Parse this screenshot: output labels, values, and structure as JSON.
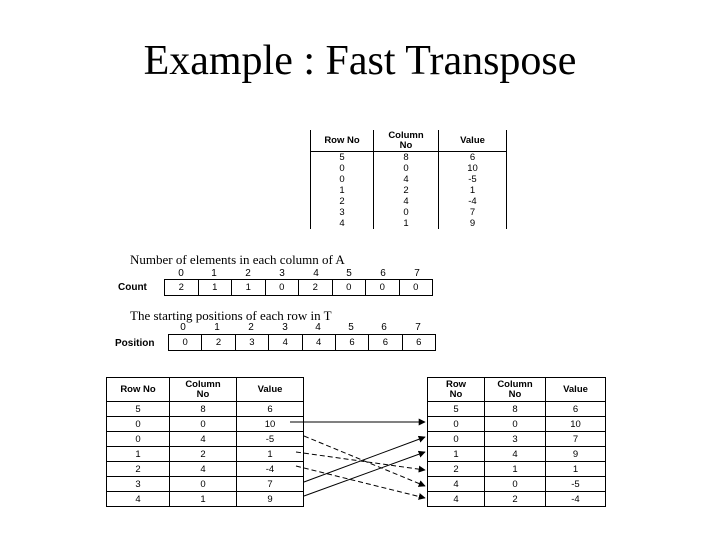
{
  "title": "Example : Fast Transpose",
  "matrix_a": {
    "headers": [
      "Row No",
      "Column No",
      "Value"
    ],
    "rows": [
      [
        "5",
        "8",
        "6"
      ],
      [
        "0",
        "0",
        "10"
      ],
      [
        "0",
        "4",
        "-5"
      ],
      [
        "1",
        "2",
        "1"
      ],
      [
        "2",
        "4",
        "-4"
      ],
      [
        "3",
        "0",
        "7"
      ],
      [
        "4",
        "1",
        "9"
      ]
    ]
  },
  "count_section": {
    "caption": "Number of elements in each column of A",
    "indices": [
      "0",
      "1",
      "2",
      "3",
      "4",
      "5",
      "6",
      "7"
    ],
    "label": "Count",
    "values": [
      "2",
      "1",
      "1",
      "0",
      "2",
      "0",
      "0",
      "0"
    ]
  },
  "position_section": {
    "caption": "The starting positions of each row in T",
    "indices": [
      "0",
      "1",
      "2",
      "3",
      "4",
      "5",
      "6",
      "7"
    ],
    "label": "Position",
    "values": [
      "0",
      "2",
      "3",
      "4",
      "4",
      "6",
      "6",
      "6"
    ]
  },
  "left_table": {
    "headers": [
      "Row No",
      "Column No",
      "Value"
    ],
    "rows": [
      [
        "5",
        "8",
        "6"
      ],
      [
        "0",
        "0",
        "10"
      ],
      [
        "0",
        "4",
        "-5"
      ],
      [
        "1",
        "2",
        "1"
      ],
      [
        "2",
        "4",
        "-4"
      ],
      [
        "3",
        "0",
        "7"
      ],
      [
        "4",
        "1",
        "9"
      ]
    ]
  },
  "right_table": {
    "headers": [
      "Row No",
      "Column No",
      "Value"
    ],
    "rows": [
      [
        "5",
        "8",
        "6"
      ],
      [
        "0",
        "0",
        "10"
      ],
      [
        "0",
        "3",
        "7"
      ],
      [
        "1",
        "4",
        "9"
      ],
      [
        "2",
        "1",
        "1"
      ],
      [
        "4",
        "0",
        "-5"
      ],
      [
        "4",
        "2",
        "-4"
      ]
    ]
  }
}
